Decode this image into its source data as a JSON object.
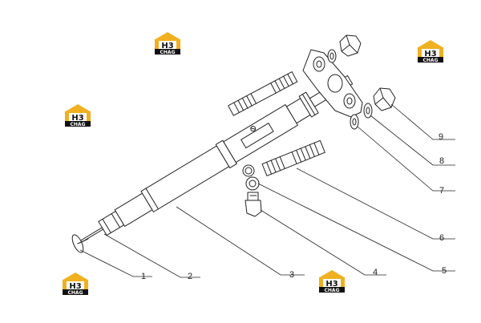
{
  "logo": {
    "top": "H3",
    "bottom": "CHAG",
    "gold": "#f0b020",
    "dark": "#111111"
  },
  "callouts": [
    "1",
    "2",
    "3",
    "4",
    "5",
    "6",
    "7",
    "8",
    "9"
  ],
  "colors": {
    "line": "#222222",
    "background": "#ffffff"
  }
}
